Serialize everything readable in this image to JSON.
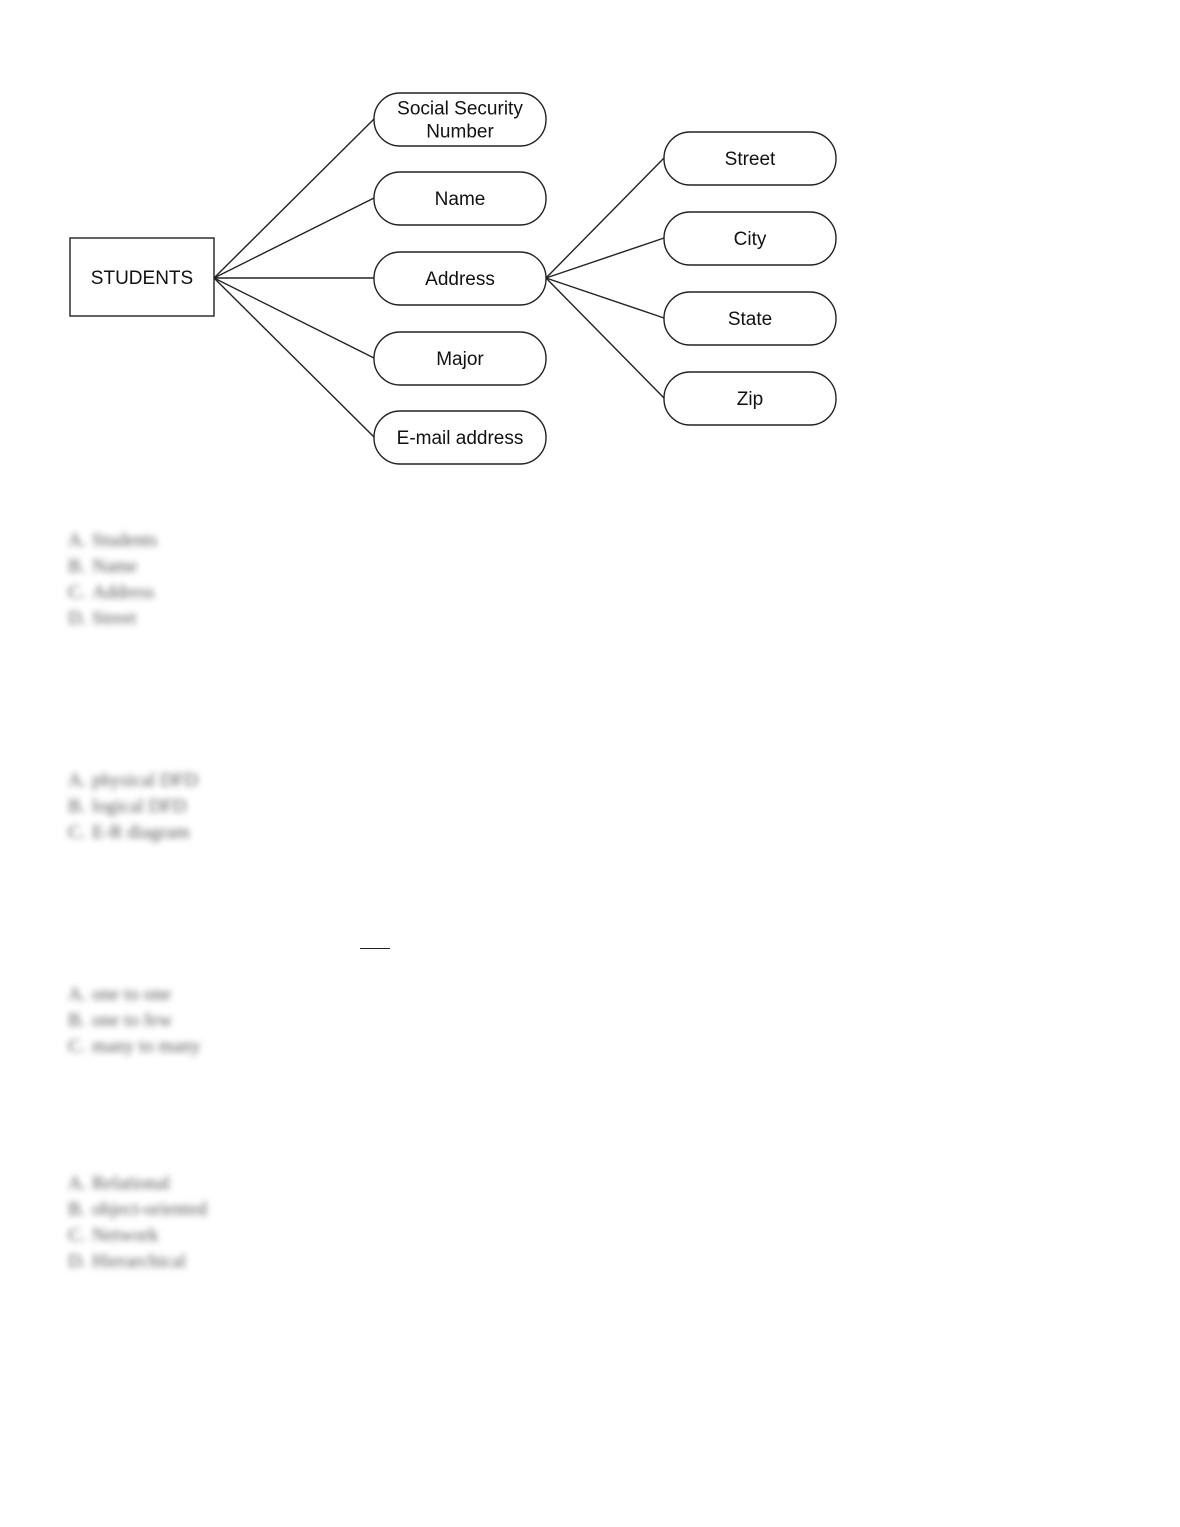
{
  "diagram": {
    "entity": "STUDENTS",
    "attributes": [
      {
        "id": "ssn",
        "lines": [
          "Social Security",
          "Number"
        ]
      },
      {
        "id": "name",
        "lines": [
          "Name"
        ]
      },
      {
        "id": "address",
        "lines": [
          "Address"
        ]
      },
      {
        "id": "major",
        "lines": [
          "Major"
        ]
      },
      {
        "id": "email",
        "lines": [
          "E-mail address"
        ]
      }
    ],
    "address_parts": [
      {
        "id": "street",
        "lines": [
          "Street"
        ]
      },
      {
        "id": "city",
        "lines": [
          "City"
        ]
      },
      {
        "id": "state",
        "lines": [
          "State"
        ]
      },
      {
        "id": "zip",
        "lines": [
          "Zip"
        ]
      }
    ]
  },
  "questions": [
    {
      "options": [
        {
          "marker": "A.",
          "text": "Students"
        },
        {
          "marker": "B.",
          "text": "Name"
        },
        {
          "marker": "C.",
          "text": "Address"
        },
        {
          "marker": "D.",
          "text": "Street"
        }
      ]
    },
    {
      "options": [
        {
          "marker": "A.",
          "text": "physical DFD"
        },
        {
          "marker": "B.",
          "text": "logical DFD"
        },
        {
          "marker": "C.",
          "text": "E-R diagram"
        }
      ]
    },
    {
      "options": [
        {
          "marker": "A.",
          "text": "one to one"
        },
        {
          "marker": "B.",
          "text": "one to few"
        },
        {
          "marker": "C.",
          "text": "many to many"
        }
      ]
    },
    {
      "options": [
        {
          "marker": "A.",
          "text": "Relational"
        },
        {
          "marker": "B.",
          "text": "object-oriented"
        },
        {
          "marker": "C.",
          "text": "Network"
        },
        {
          "marker": "D.",
          "text": "Hierarchical"
        }
      ]
    }
  ]
}
